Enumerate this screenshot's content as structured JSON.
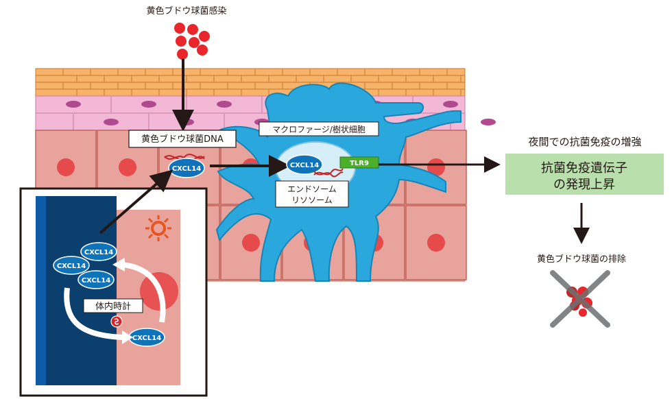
{
  "top_label": "黄色ブドウ球菌感染",
  "dna_box_label": "黄色ブドウ球菌DNA",
  "macrophage_label": "マクロファージ/樹状細胞",
  "endosome_label_line1": "エンドソーム",
  "endosome_label_line2": "リソソーム",
  "cxcl14": "CXCL14",
  "tlr9": "TLR9",
  "night_label": "夜間での抗菌免疫の増強",
  "upregulation_line1": "抗菌免疫遺伝子",
  "upregulation_line2": "の発現上昇",
  "elimination_label": "黄色ブドウ球菌の排除",
  "clock_label": "体内時計",
  "colors": {
    "bacteria": "#e8262b",
    "epidermis_orange": "#f8b36b",
    "epidermis_pink": "#f3b8d6",
    "cell_pink": "#e8a39c",
    "nucleus": "#e64a4a",
    "macrophage_blue": "#2aa7dc",
    "night_blue": "#0e5ca8",
    "night_dark": "#0b3f6e",
    "cxcl14_blue": "#0e73b8",
    "tlr9_green": "#4caf2a",
    "result_green": "#b9e0ac"
  }
}
